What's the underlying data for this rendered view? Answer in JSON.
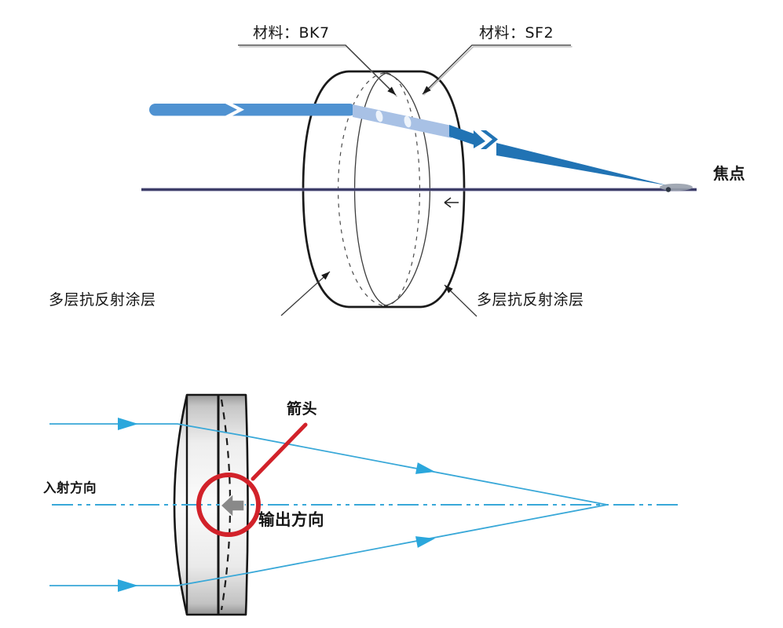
{
  "top_diagram": {
    "material_label_1": "材料：BK7",
    "material_label_2": "材料：SF2",
    "focus_label": "焦点",
    "coating_label_left": "多层抗反射涂层",
    "coating_label_right": "多层抗反射涂层"
  },
  "bottom_diagram": {
    "incident_label": "入射方向",
    "arrow_label": "箭头",
    "output_label": "输出方向"
  },
  "colors": {
    "beam_mid_blue": "#4f92d1",
    "beam_light_blue": "#a8c1e5",
    "beam_dark_blue": "#2173b4",
    "optical_axis_navy": "#3d3d68",
    "ray_cyan": "#39a8d8",
    "annotation_red": "#d2222a",
    "lens_outline_black": "#1a1a1a",
    "direction_arrow_gray": "#898989"
  }
}
